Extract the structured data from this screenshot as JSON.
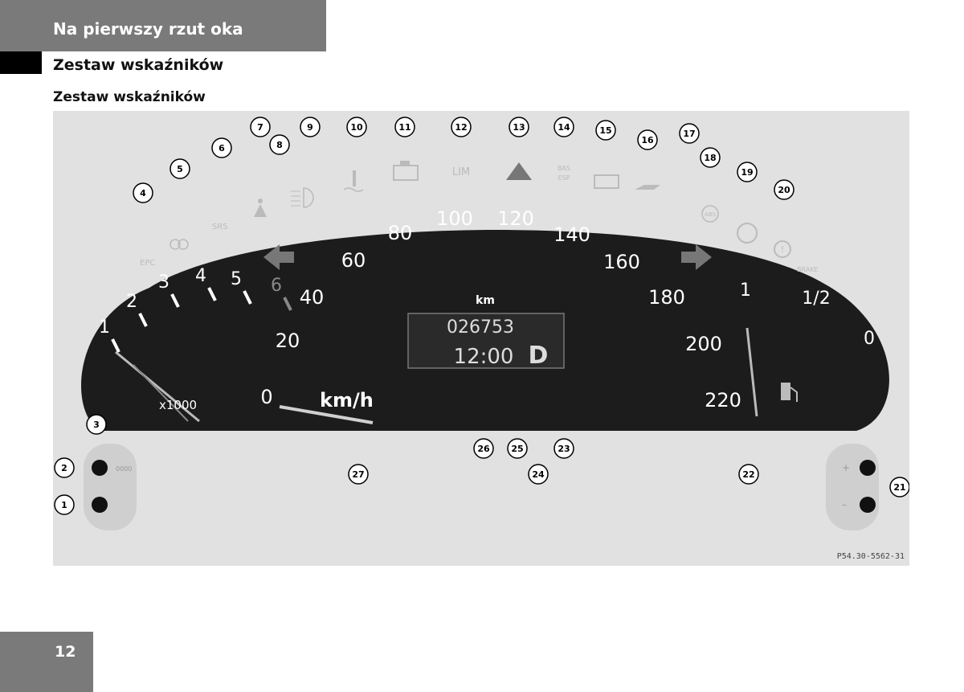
{
  "header": {
    "chapter": "Na pierwszy rzut oka"
  },
  "section": {
    "title": "Zestaw wskaźników",
    "subtitle": "Zestaw wskaźników"
  },
  "page_number": "12",
  "figure": {
    "figure_id": "P54.30-5562-31",
    "speedometer": {
      "labels": [
        "0",
        "20",
        "40",
        "60",
        "80",
        "100",
        "120",
        "140",
        "160",
        "180",
        "200",
        "220"
      ],
      "unit": "km/h"
    },
    "tachometer": {
      "labels": [
        "1",
        "2",
        "3",
        "4",
        "5",
        "6"
      ],
      "multiplier": "x1000"
    },
    "fuel_gauge": {
      "labels": [
        "1",
        "1/2",
        "0"
      ]
    },
    "display": {
      "unit": "km",
      "odometer": "026753",
      "clock": "12:00",
      "gear": "D"
    },
    "warning_labels": {
      "epc": "EPC",
      "srs": "SRS",
      "lim": "LIM",
      "bas_esp": "BAS\nESP",
      "abs": "ABS",
      "brake": "BRAKE"
    },
    "callouts": [
      "1",
      "2",
      "3",
      "4",
      "5",
      "6",
      "7",
      "8",
      "9",
      "10",
      "11",
      "12",
      "13",
      "14",
      "15",
      "16",
      "17",
      "18",
      "19",
      "20",
      "21",
      "22",
      "23",
      "24",
      "25",
      "26",
      "27"
    ],
    "button_left_top_symbol": "0000",
    "button_right_plus": "+",
    "button_right_minus": "–"
  }
}
